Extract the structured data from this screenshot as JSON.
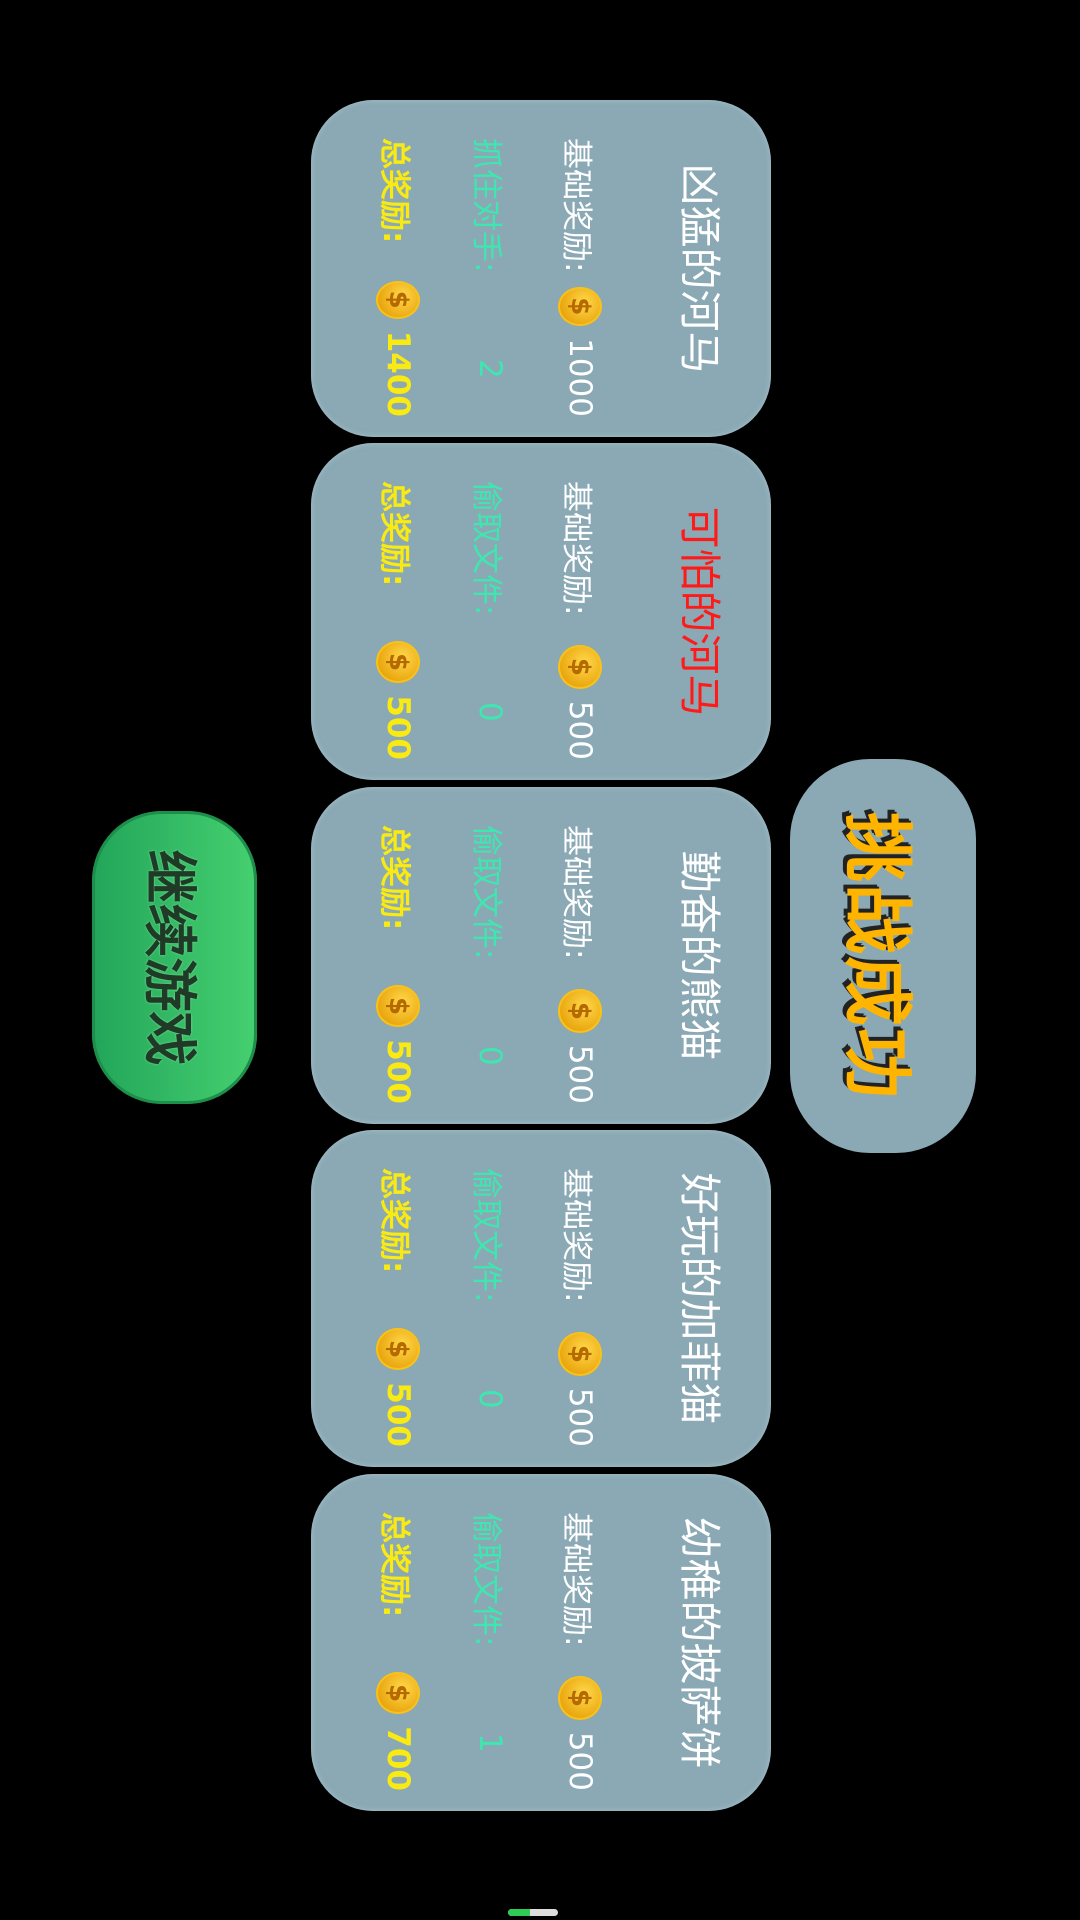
{
  "header": {
    "title": "挑战成功"
  },
  "cards": [
    {
      "name": "凶猛的河马",
      "name_color": "#ffffff",
      "base_label": "基础奖励:",
      "base_value": "1000",
      "bonus_label": "抓住对手:",
      "bonus_value": "2",
      "total_label": "总奖励:",
      "total_value": "1400"
    },
    {
      "name": "可怕的河马",
      "name_color": "#ff1a1a",
      "base_label": "基础奖励:",
      "base_value": "500",
      "bonus_label": "偷取文件:",
      "bonus_value": "0",
      "total_label": "总奖励:",
      "total_value": "500"
    },
    {
      "name": "勤奋的熊猫",
      "name_color": "#ffffff",
      "base_label": "基础奖励:",
      "base_value": "500",
      "bonus_label": "偷取文件:",
      "bonus_value": "0",
      "total_label": "总奖励:",
      "total_value": "500"
    },
    {
      "name": "好玩的加菲猫",
      "name_color": "#ffffff",
      "base_label": "基础奖励:",
      "base_value": "500",
      "bonus_label": "偷取文件:",
      "bonus_value": "0",
      "total_label": "总奖励:",
      "total_value": "500"
    },
    {
      "name": "幼稚的披萨饼",
      "name_color": "#ffffff",
      "base_label": "基础奖励:",
      "base_value": "500",
      "bonus_label": "偷取文件:",
      "bonus_value": "1",
      "total_label": "总奖励:",
      "total_value": "700"
    }
  ],
  "coin_icon": "gold-dollar-coin",
  "coin_symbol": "$",
  "continue_button": {
    "label": "继续游戏"
  },
  "colors": {
    "card_bg": "#8aa9b4",
    "bonus_text": "#3fe7b0",
    "total_text": "#f8ea12",
    "title_text": "#ffb400",
    "continue_bg": "#2fbf64"
  }
}
